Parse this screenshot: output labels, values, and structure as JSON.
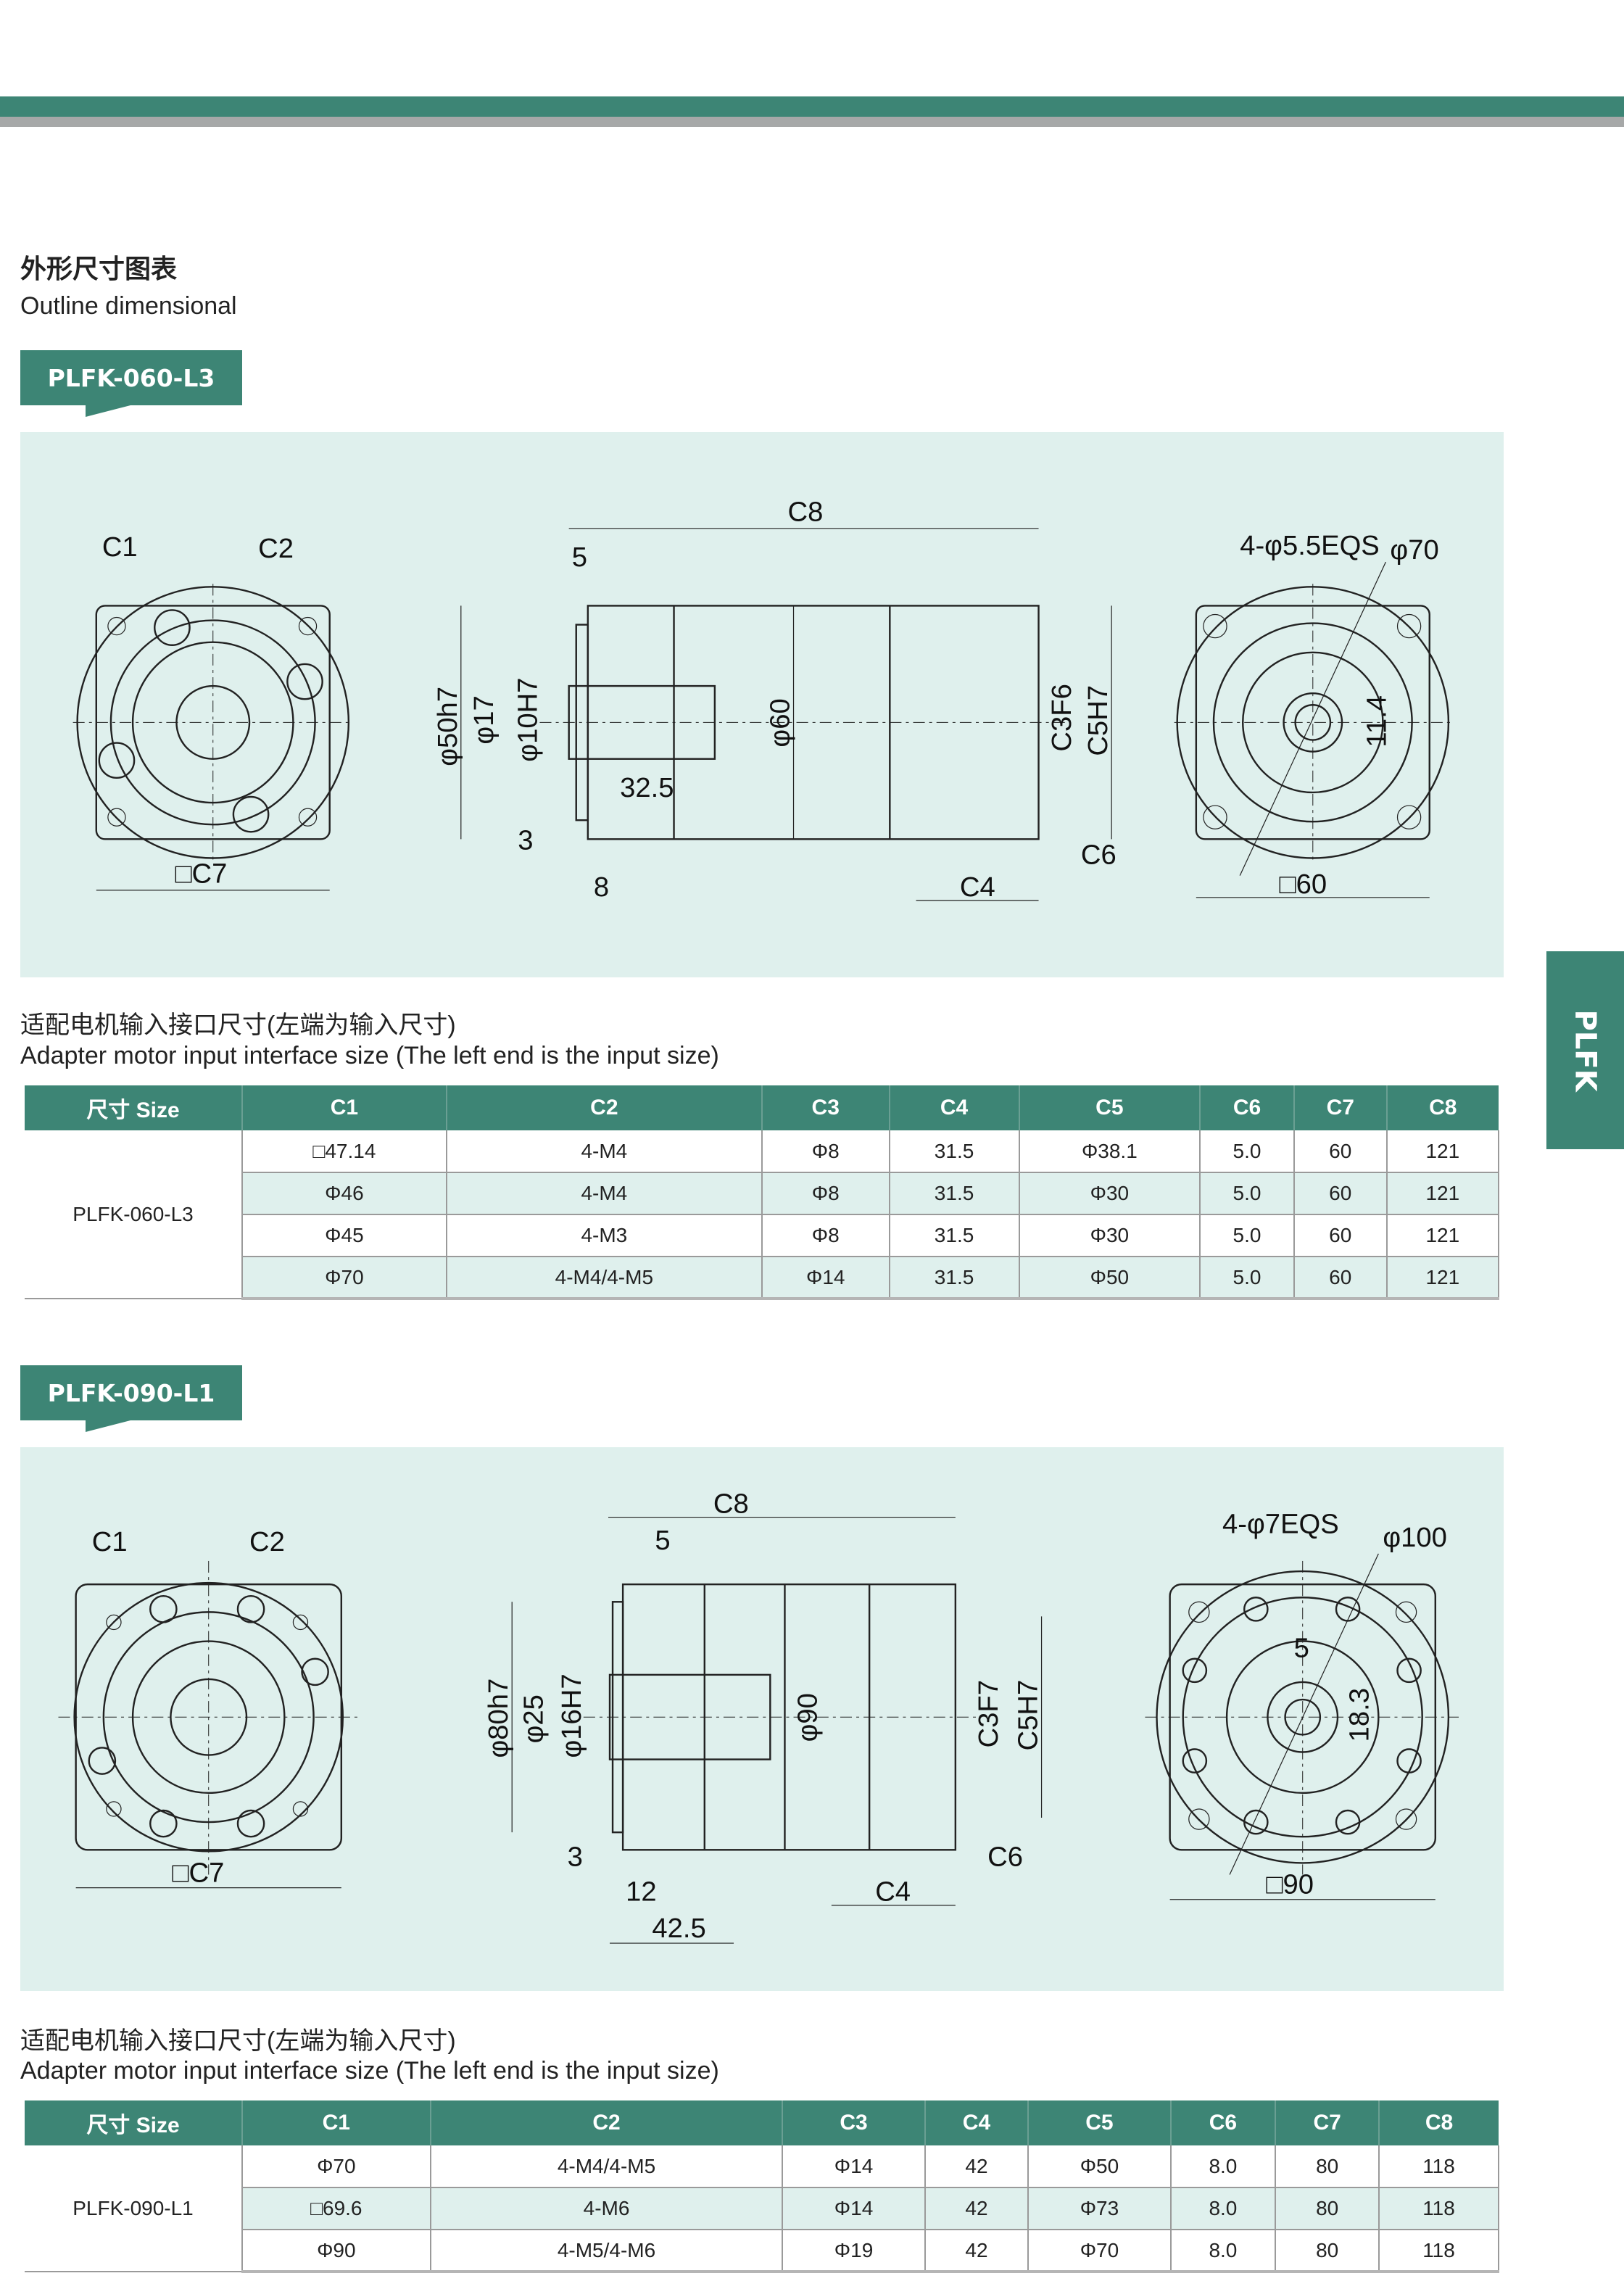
{
  "header": {
    "title_cn": "外形尺寸图表",
    "title_en": "Outline dimensional"
  },
  "side_tab": "PLFK",
  "colors": {
    "accent": "#3d8575",
    "panel": "#dff0ed",
    "gray": "#a6a8a8"
  },
  "sections": [
    {
      "model": "PLFK-060-L3",
      "drawing_labels": {
        "c1": "C1",
        "c2": "C2",
        "c7": "□C7",
        "c8": "C8",
        "d5": "5",
        "d50": "φ50h7",
        "d17": "φ17",
        "d10": "φ10H7",
        "d325": "32.5",
        "d60": "φ60",
        "c3": "C3F6",
        "c5": "C5H7",
        "d3": "3",
        "d8": "8",
        "c6": "C6",
        "c4": "C4",
        "eqs": "4-φ5.5EQS",
        "d70": "φ70",
        "d114": "11.4",
        "sq": "□60"
      },
      "caption_cn": "适配电机输入接口尺寸(左端为输入尺寸)",
      "caption_en": "Adapter motor input interface size (The left end is the input size)",
      "headers": [
        "尺寸 Size",
        "C1",
        "C2",
        "C3",
        "C4",
        "C5",
        "C6",
        "C7",
        "C8"
      ],
      "rows": [
        [
          "□47.14",
          "4-M4",
          "Φ8",
          "31.5",
          "Φ38.1",
          "5.0",
          "60",
          "121"
        ],
        [
          "Φ46",
          "4-M4",
          "Φ8",
          "31.5",
          "Φ30",
          "5.0",
          "60",
          "121"
        ],
        [
          "Φ45",
          "4-M3",
          "Φ8",
          "31.5",
          "Φ30",
          "5.0",
          "60",
          "121"
        ],
        [
          "Φ70",
          "4-M4/4-M5",
          "Φ14",
          "31.5",
          "Φ50",
          "5.0",
          "60",
          "121"
        ]
      ]
    },
    {
      "model": "PLFK-090-L1",
      "drawing_labels": {
        "c1": "C1",
        "c2": "C2",
        "c7": "□C7",
        "c8": "C8",
        "d5": "5",
        "d80": "φ80h7",
        "d25": "φ25",
        "d16": "φ16H7",
        "d90": "φ90",
        "c3": "C3F7",
        "c5": "C5H7",
        "d3": "3",
        "c6": "C6",
        "d12": "12",
        "c4": "C4",
        "d425": "42.5",
        "eqs": "4-φ7EQS",
        "d100": "φ100",
        "k5": "5",
        "d183": "18.3",
        "sq": "□90"
      },
      "caption_cn": "适配电机输入接口尺寸(左端为输入尺寸)",
      "caption_en": "Adapter motor input interface size (The left end is the input size)",
      "headers": [
        "尺寸 Size",
        "C1",
        "C2",
        "C3",
        "C4",
        "C5",
        "C6",
        "C7",
        "C8"
      ],
      "rows": [
        [
          "Φ70",
          "4-M4/4-M5",
          "Φ14",
          "42",
          "Φ50",
          "8.0",
          "80",
          "118"
        ],
        [
          "□69.6",
          "4-M6",
          "Φ14",
          "42",
          "Φ73",
          "8.0",
          "80",
          "118"
        ],
        [
          "Φ90",
          "4-M5/4-M6",
          "Φ19",
          "42",
          "Φ70",
          "8.0",
          "80",
          "118"
        ]
      ]
    }
  ]
}
